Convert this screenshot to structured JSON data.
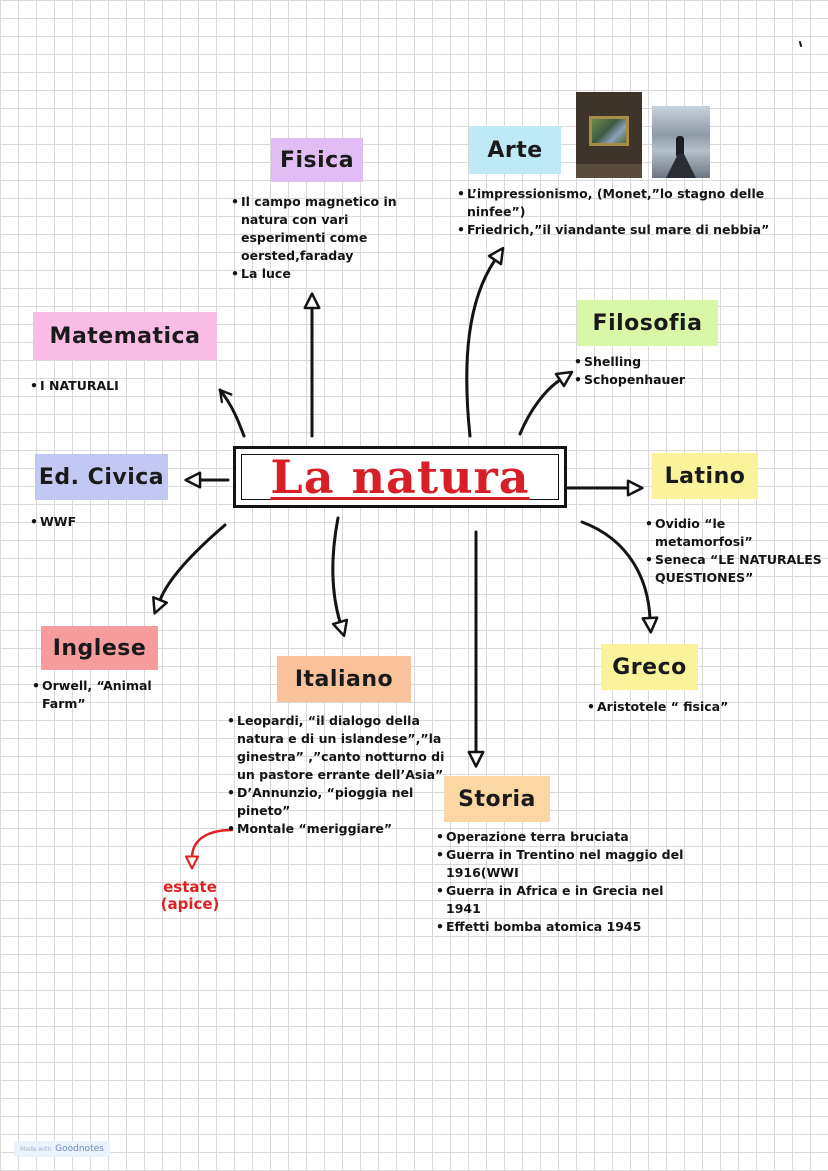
{
  "central": {
    "title": "La natura"
  },
  "topics": {
    "fisica": {
      "label": "Fisica",
      "color": "#e2bdf3",
      "notes": [
        "Il campo magnetico in natura con vari esperimenti come oersted,faraday",
        "La luce"
      ]
    },
    "arte": {
      "label": "Arte",
      "color": "#bfe9f7",
      "notes": [
        "L’impressionismo, (Monet,”lo stagno delle ninfee”)",
        "Friedrich,”il viandante sul mare di nebbia”"
      ]
    },
    "matematica": {
      "label": "Matematica",
      "color": "#f9bde4",
      "notes": [
        "I NATURALI"
      ]
    },
    "filosofia": {
      "label": "Filosofia",
      "color": "#d8f7a8",
      "notes": [
        "Shelling",
        "Schopenhauer"
      ]
    },
    "ed_civica": {
      "label": "Ed. Civica",
      "color": "#c3c8f3",
      "notes": [
        "WWF"
      ]
    },
    "latino": {
      "label": "Latino",
      "color": "#fbf39b",
      "notes": [
        "Ovidio “le metamorfosi”",
        "Seneca “LE NATURALES QUESTIONES”"
      ]
    },
    "inglese": {
      "label": "Inglese",
      "color": "#f79c9c",
      "notes": [
        "Orwell, “Animal Farm”"
      ]
    },
    "italiano": {
      "label": "Italiano",
      "color": "#fac29a",
      "notes": [
        "Leopardi,  “il dialogo della natura e di un islandese”,”la ginestra” ,”canto notturno di un pastore errante dell’Asia”",
        "D’Annunzio, “pioggia nel pineto”",
        "Montale “meriggiare”"
      ]
    },
    "greco": {
      "label": "Greco",
      "color": "#fbf39b",
      "notes": [
        "Aristotele “ fisica”"
      ]
    },
    "storia": {
      "label": "Storia",
      "color": "#fbd7a3",
      "notes": [
        "Operazione terra bruciata",
        "Guerra in Trentino nel maggio del 1916(WWI",
        "Guerra in Africa e in Grecia nel 1941",
        "Effetti bomba atomica 1945"
      ]
    }
  },
  "annotation": {
    "line1": "estate",
    "line2": "(apice)"
  },
  "footer": {
    "made_with": "Made with",
    "brand": "Goodnotes"
  },
  "colors": {
    "title": "#d61f26",
    "annotation": "#e02020",
    "ink": "#141414"
  }
}
